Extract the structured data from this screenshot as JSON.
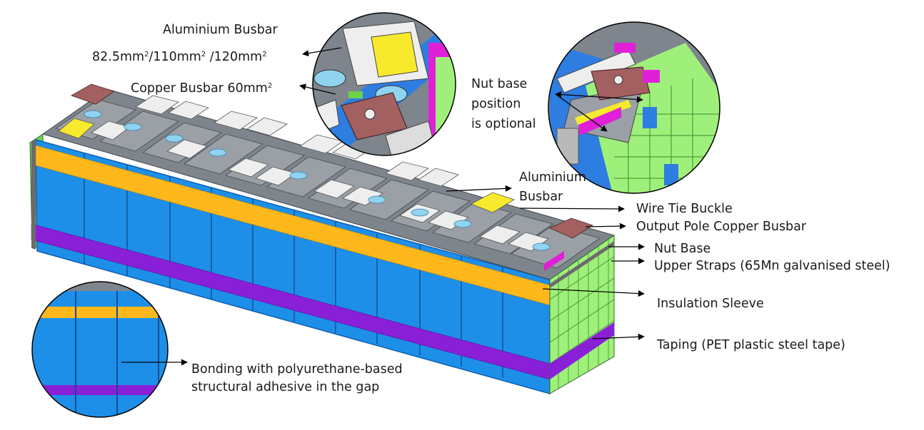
{
  "labels": {
    "al_busbar_top": "Aluminium Busbar",
    "al_busbar_sizes_a": "82.5mm",
    "al_busbar_sizes_b": "/110mm",
    "al_busbar_sizes_c": " /120mm",
    "sup_two": "2",
    "cu_busbar": "Copper Busbar 60mm",
    "nut_base_opt_1": "Nut base",
    "nut_base_opt_2": "position",
    "nut_base_opt_3": "is optional",
    "al_busbar_mid_1": "Aluminium",
    "al_busbar_mid_2": "Busbar",
    "wire_tie": "Wire Tie Buckle",
    "output_pole": "Output Pole Copper Busbar",
    "nut_base": "Nut Base",
    "upper_straps": "Upper Straps (65Mn galvanised steel)",
    "insulation": "Insulation Sleeve",
    "taping": "Taping (PET plastic steel tape)",
    "bonding_1": "Bonding with polyurethane-based",
    "bonding_2": "structural adhesive in the gap"
  },
  "colors": {
    "cell_blue": "#1E8FE8",
    "cell_edge": "#0F5FB0",
    "top_grey": "#8A8F94",
    "yellow_sleeve": "#FFB81C",
    "purple_tape": "#8A1FD8",
    "green_end": "#9EF07A",
    "copper": "#A26060",
    "al_white": "#EEEEEE",
    "al_yellow": "#F7EA2C",
    "magenta": "#E020D8"
  }
}
